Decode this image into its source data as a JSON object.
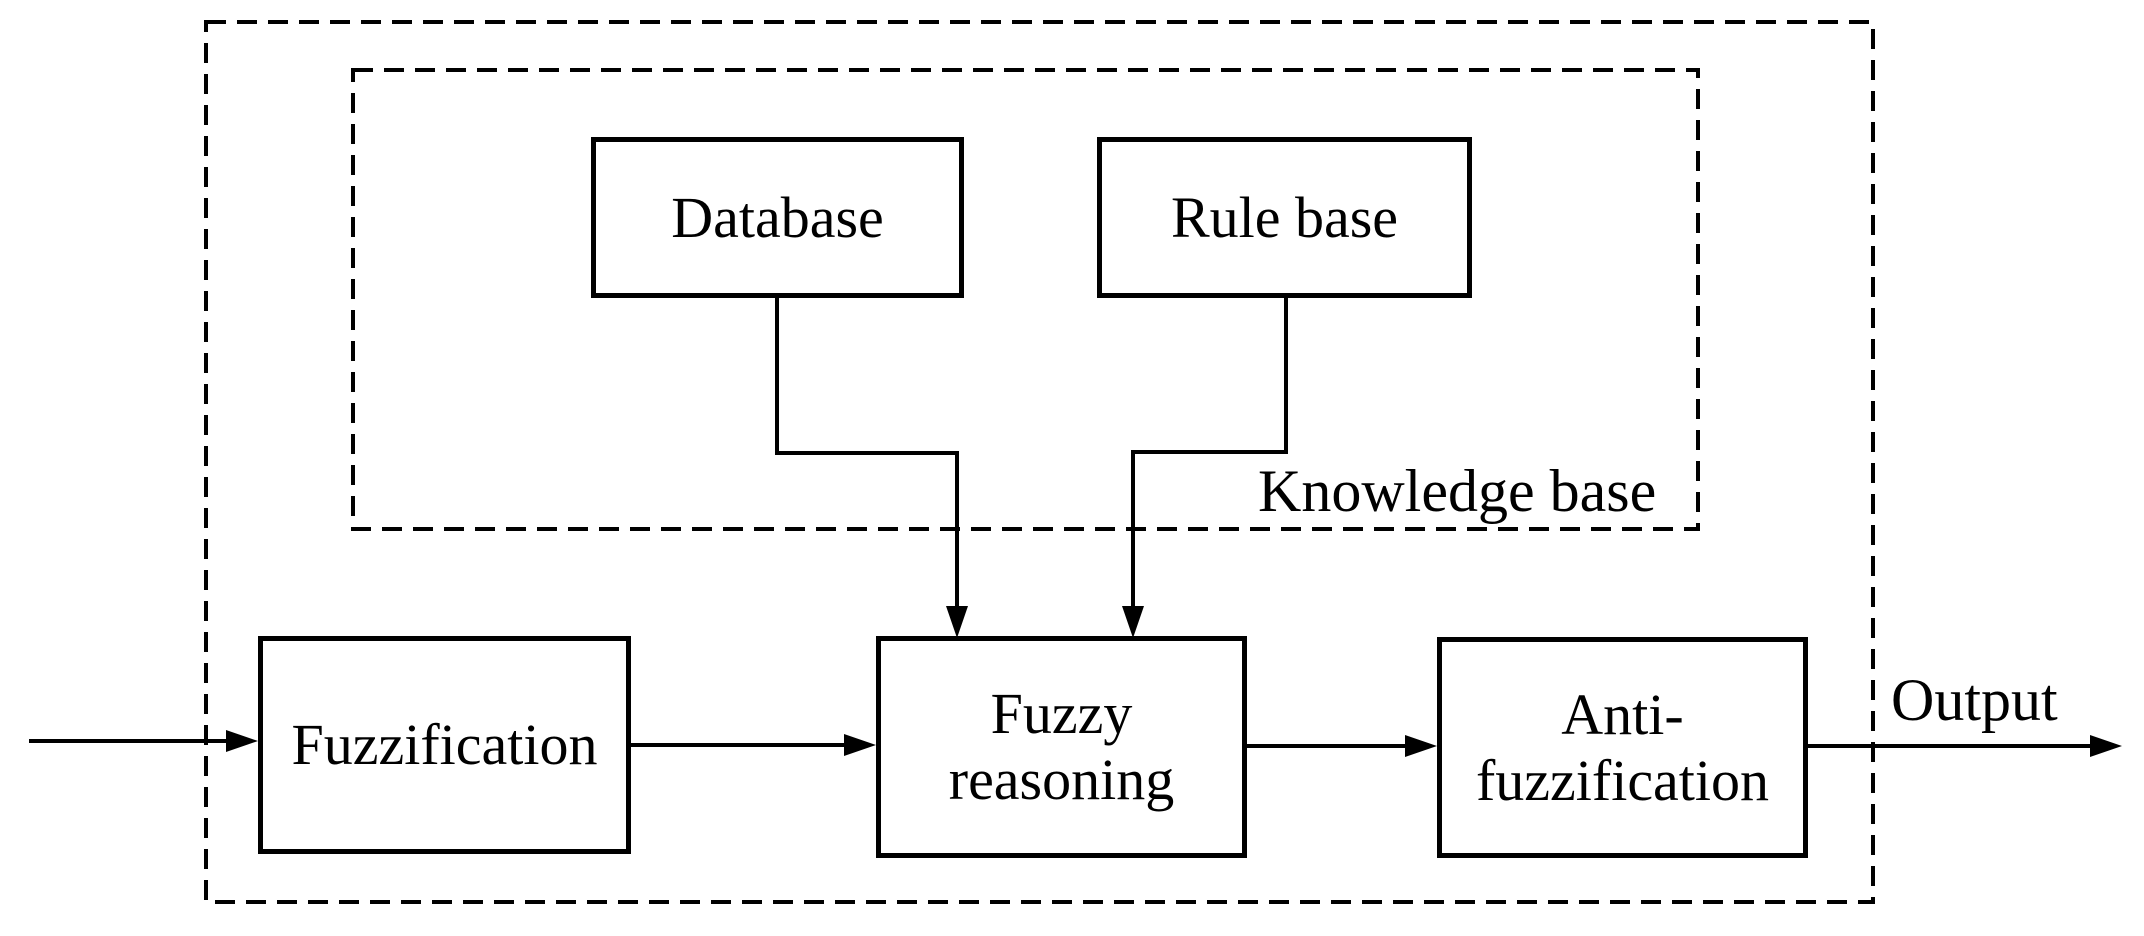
{
  "colors": {
    "background": "#ffffff",
    "stroke": "#000000"
  },
  "nodes": {
    "database": {
      "label": "Database"
    },
    "rule_base": {
      "label": "Rule base"
    },
    "fuzzification": {
      "label": "Fuzzification"
    },
    "fuzzy_reasoning": {
      "label": "Fuzzy reasoning",
      "lines": [
        "Fuzzy",
        "reasoning"
      ]
    },
    "anti_fuzzification": {
      "label": "Anti-fuzzification",
      "lines": [
        "Anti-",
        "fuzzification"
      ]
    }
  },
  "labels": {
    "knowledge_base": "Knowledge base",
    "output": "Output"
  },
  "edges": [
    {
      "from": "database",
      "to": "fuzzy_reasoning",
      "style": "elbow-down-arrow"
    },
    {
      "from": "rule_base",
      "to": "fuzzy_reasoning",
      "style": "elbow-down-arrow"
    },
    {
      "from": "input",
      "to": "fuzzification",
      "style": "straight-right-arrow"
    },
    {
      "from": "fuzzification",
      "to": "fuzzy_reasoning",
      "style": "straight-right-arrow"
    },
    {
      "from": "fuzzy_reasoning",
      "to": "anti_fuzzification",
      "style": "straight-right-arrow"
    },
    {
      "from": "anti_fuzzification",
      "to": "output",
      "style": "straight-right-arrow"
    }
  ],
  "frames": {
    "outer": {
      "style": "dashed"
    },
    "knowledge_base_group": {
      "style": "dashed"
    }
  }
}
